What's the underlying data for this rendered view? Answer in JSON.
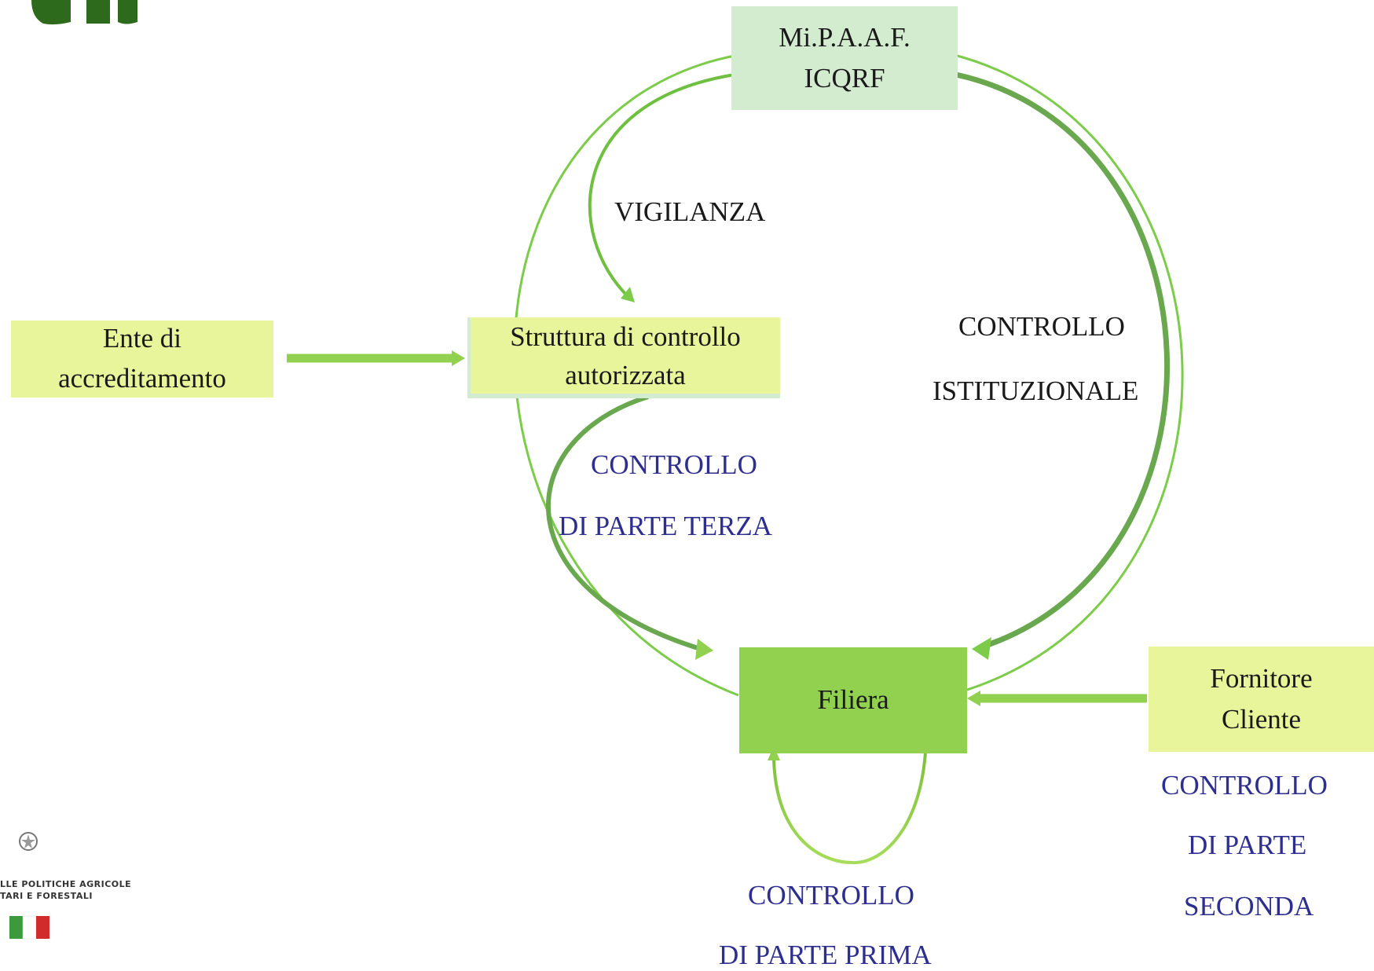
{
  "logo": {
    "emblem_text_line1": "LLE POLITICHE AGRICOLE",
    "emblem_text_line2": "TARI E FORESTALI"
  },
  "nodes": {
    "mipaaf": {
      "line1": "Mi.P.A.A.F.",
      "line2": "ICQRF"
    },
    "ente": {
      "line1": "Ente di",
      "line2": "accreditamento"
    },
    "struttura": {
      "line1": "Struttura di controllo",
      "line2": "autorizzata"
    },
    "filiera": {
      "label": "Filiera"
    },
    "fornitore": {
      "line1": "Fornitore",
      "line2": "Cliente"
    }
  },
  "labels": {
    "vigilanza": "VIGILANZA",
    "istituzionale_1": "CONTROLLO",
    "istituzionale_2": "ISTITUZIONALE",
    "terza_1": "CONTROLLO",
    "terza_2": "DI PARTE TERZA",
    "prima_1": "CONTROLLO",
    "prima_2": "DI PARTE PRIMA",
    "seconda_1": "CONTROLLO",
    "seconda_2": "DI PARTE",
    "seconda_3": "SECONDA"
  },
  "colors": {
    "light_green_box": "#d3ecd0",
    "yellow_green_box": "#e9f59a",
    "filiera_green": "#92d050",
    "arrow_green": "#92d050",
    "arrow_dark_green": "#6aa84f",
    "text_blue": "#2d2e8f"
  }
}
